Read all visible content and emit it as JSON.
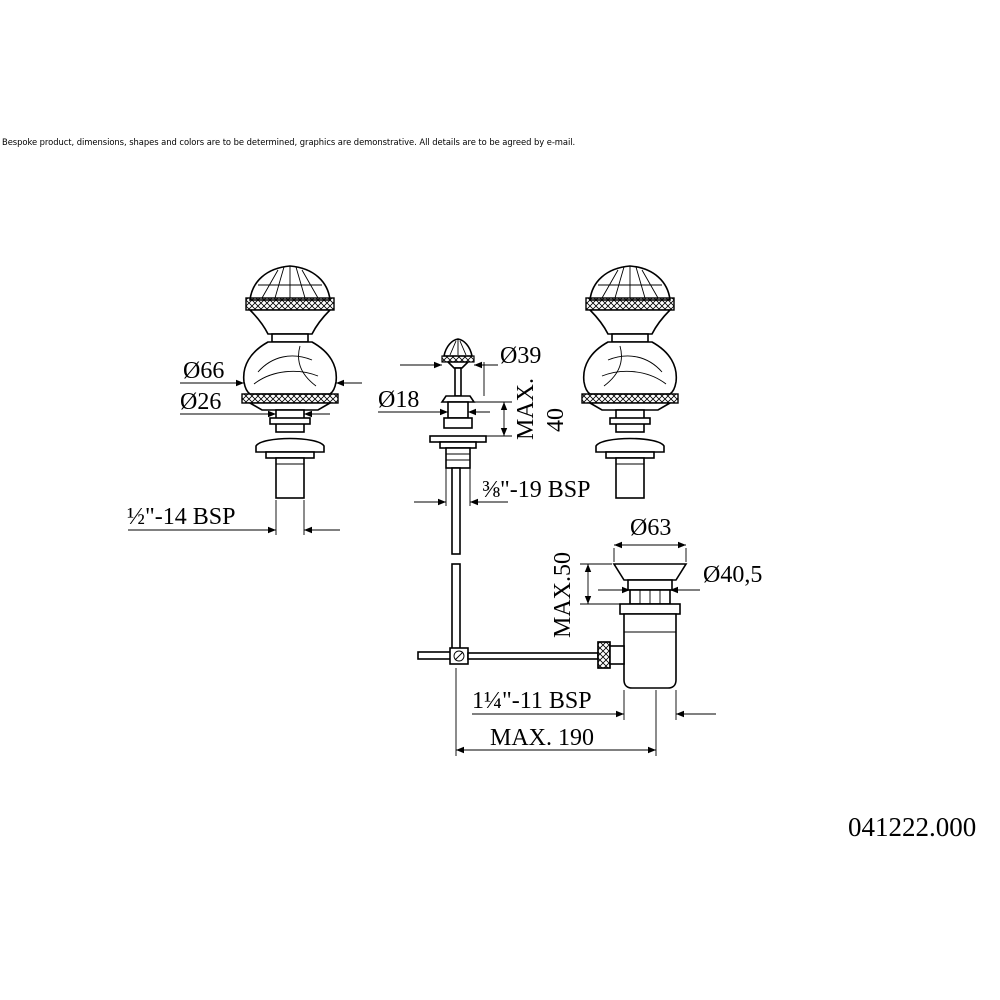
{
  "disclaimer": "Bespoke product, dimensions, shapes and colors are to be determined, graphics are demonstrative. All details are to be agreed by e-mail.",
  "labels": {
    "d66": "Ø66",
    "d26": "Ø26",
    "bsp_half": "½\"-14 BSP",
    "d39": "Ø39",
    "d18": "Ø18",
    "max40_a": "MAX.",
    "max40_b": "40",
    "bsp_38": "⅜\"-19 BSP",
    "d63": "Ø63",
    "d40_5": "Ø40,5",
    "max50": "MAX.50",
    "bsp_114": "1¼\"-11 BSP",
    "max190": "MAX. 190"
  },
  "product_code": "041222.000"
}
